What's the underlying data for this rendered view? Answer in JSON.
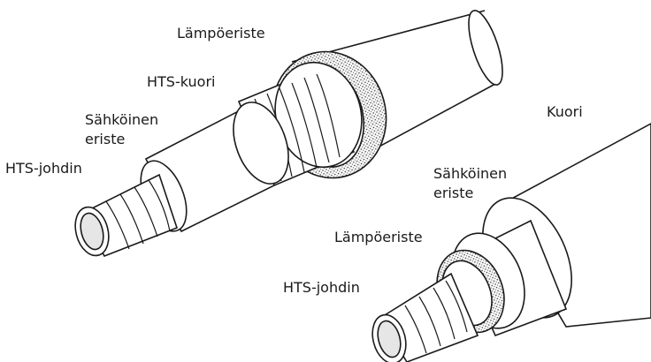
{
  "cable_left": {
    "labels": {
      "thermal_insulation": "Lämpöeriste",
      "hts_shell": "HTS-kuori",
      "electrical_insulation": "Sähköinen\neriste",
      "hts_conductor": "HTS-johdin"
    }
  },
  "cable_right": {
    "labels": {
      "outer_jacket": "Kuori",
      "electrical_insulation": "Sähköinen\neriste",
      "thermal_insulation": "Lämpöeriste",
      "hts_conductor": "HTS-johdin"
    }
  },
  "colors": {
    "line": "#1a1a1a",
    "fill": "#ffffff",
    "shade": "#d9d9d9"
  }
}
